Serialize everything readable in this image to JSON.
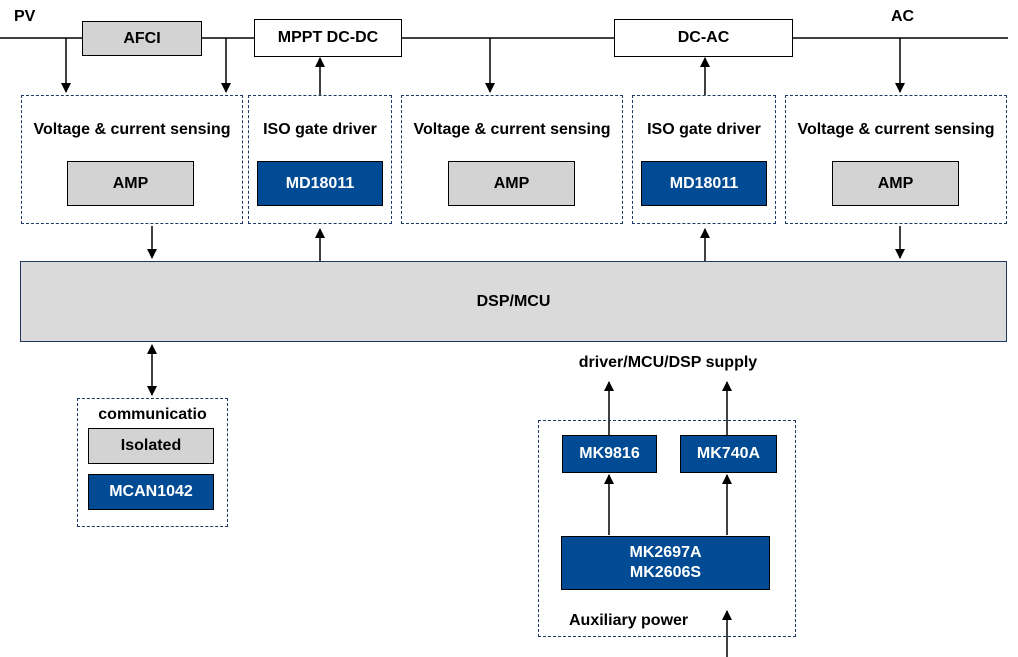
{
  "labels": {
    "pv": "PV",
    "ac": "AC",
    "sensing": "Voltage & current sensing",
    "iso": "ISO gate driver",
    "communication": "communicatio",
    "supply": "driver/MCU/DSP supply",
    "aux_power": "Auxiliary power"
  },
  "blocks": {
    "afci": "AFCI",
    "mppt": "MPPT DC-DC",
    "dcac": "DC-AC",
    "amp": "AMP",
    "md18011": "MD18011",
    "dsp_mcu": "DSP/MCU",
    "isolated": "Isolated",
    "mcan1042": "MCAN1042",
    "mk9816": "MK9816",
    "mk740a": "MK740A",
    "mk2697a": "MK2697A",
    "mk2606s": "MK2606S"
  },
  "colors": {
    "blue_block": "#004b93",
    "gray_block": "#d3d3d3",
    "dsp_block": "#dadada",
    "dashed_border": "#1f3864"
  }
}
